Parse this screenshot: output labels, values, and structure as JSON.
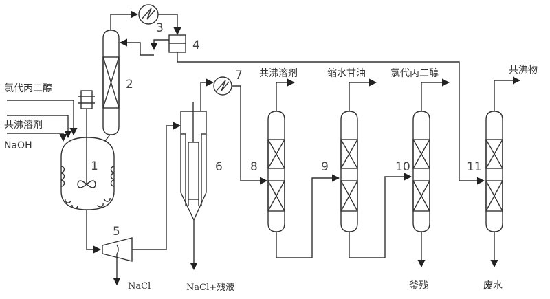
{
  "title": "Process flow diagram",
  "units": {
    "u1": "1",
    "u2": "2",
    "u3": "3",
    "u4": "4",
    "u5": "5",
    "u6": "6",
    "u7": "7",
    "u8": "8",
    "u9": "9",
    "u10": "10",
    "u11": "11"
  },
  "feeds": {
    "chloropropanediol": "氯代丙二醇",
    "azeotropic_solvent": "共沸溶剂",
    "naoh": "NaOH"
  },
  "outputs": {
    "nacl": "NaCl",
    "nacl_residue": "NaCl+残液",
    "col8_top": "共沸溶剂",
    "col9_top": "缩水甘油",
    "col10_top": "氯代丙二醇",
    "col10_bottom": "釜残",
    "col11_top": "共沸物",
    "col11_bottom": "废水"
  },
  "colors": {
    "line": "#333333",
    "text": "#333333"
  }
}
